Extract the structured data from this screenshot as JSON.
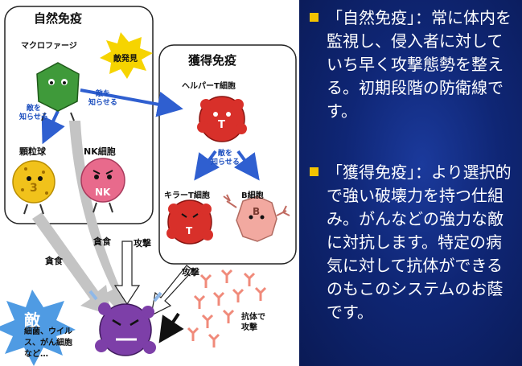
{
  "innate": {
    "title": "自然免疫",
    "macrophage": "マクロファージ",
    "enemy_found": "敵発見",
    "notify_left": "敵を\n知らせる",
    "notify_right": "敵を\n知らせる",
    "granulocyte": "顆粒球",
    "nk_cell": "NK細胞",
    "nk_mark": "NK",
    "gran_mark": "3"
  },
  "acquired": {
    "title": "獲得免疫",
    "helper_t": "ヘルパーT細胞",
    "notify": "敵を\n知らせる",
    "killer_t": "キラーT細胞",
    "b_cell": "B細胞",
    "helper_mark": "T",
    "killer_mark": "T",
    "b_mark": "B"
  },
  "labels": {
    "engulf_1": "貪食",
    "engulf_2": "貪食",
    "attack_1": "攻撃",
    "attack_2": "攻撃",
    "antibody_attack": "抗体で\n攻撃"
  },
  "enemy": {
    "label": "敵",
    "examples": "細菌、ウイル\nス、がん細胞\nなど…"
  },
  "bullets": [
    "「自然免疫」：常に体内を監視し、侵入者に対していち早く攻撃態勢を整える。初期段階の防衛線です。",
    "「獲得免疫」：より選択的で強い破壊力を持つ仕組み。がんなどの強力な敵に対抗します。特定の病気に対して抗体ができるのもこのシステムのお蔭です。"
  ],
  "colors": {
    "panel_bg": "#0f2675",
    "bullet_marker": "#f3c300",
    "arrow_blue": "#2f5fd0",
    "macrophage": "#3f9a3a",
    "granulocyte": "#f1c21b",
    "nk": "#e86a8c",
    "t_cell": "#d8302a",
    "b_cell": "#f2a9a0",
    "enemy_cell": "#7d3fa8",
    "starburst_blue": "#4f9be3",
    "antibody": "#f08a7a"
  }
}
